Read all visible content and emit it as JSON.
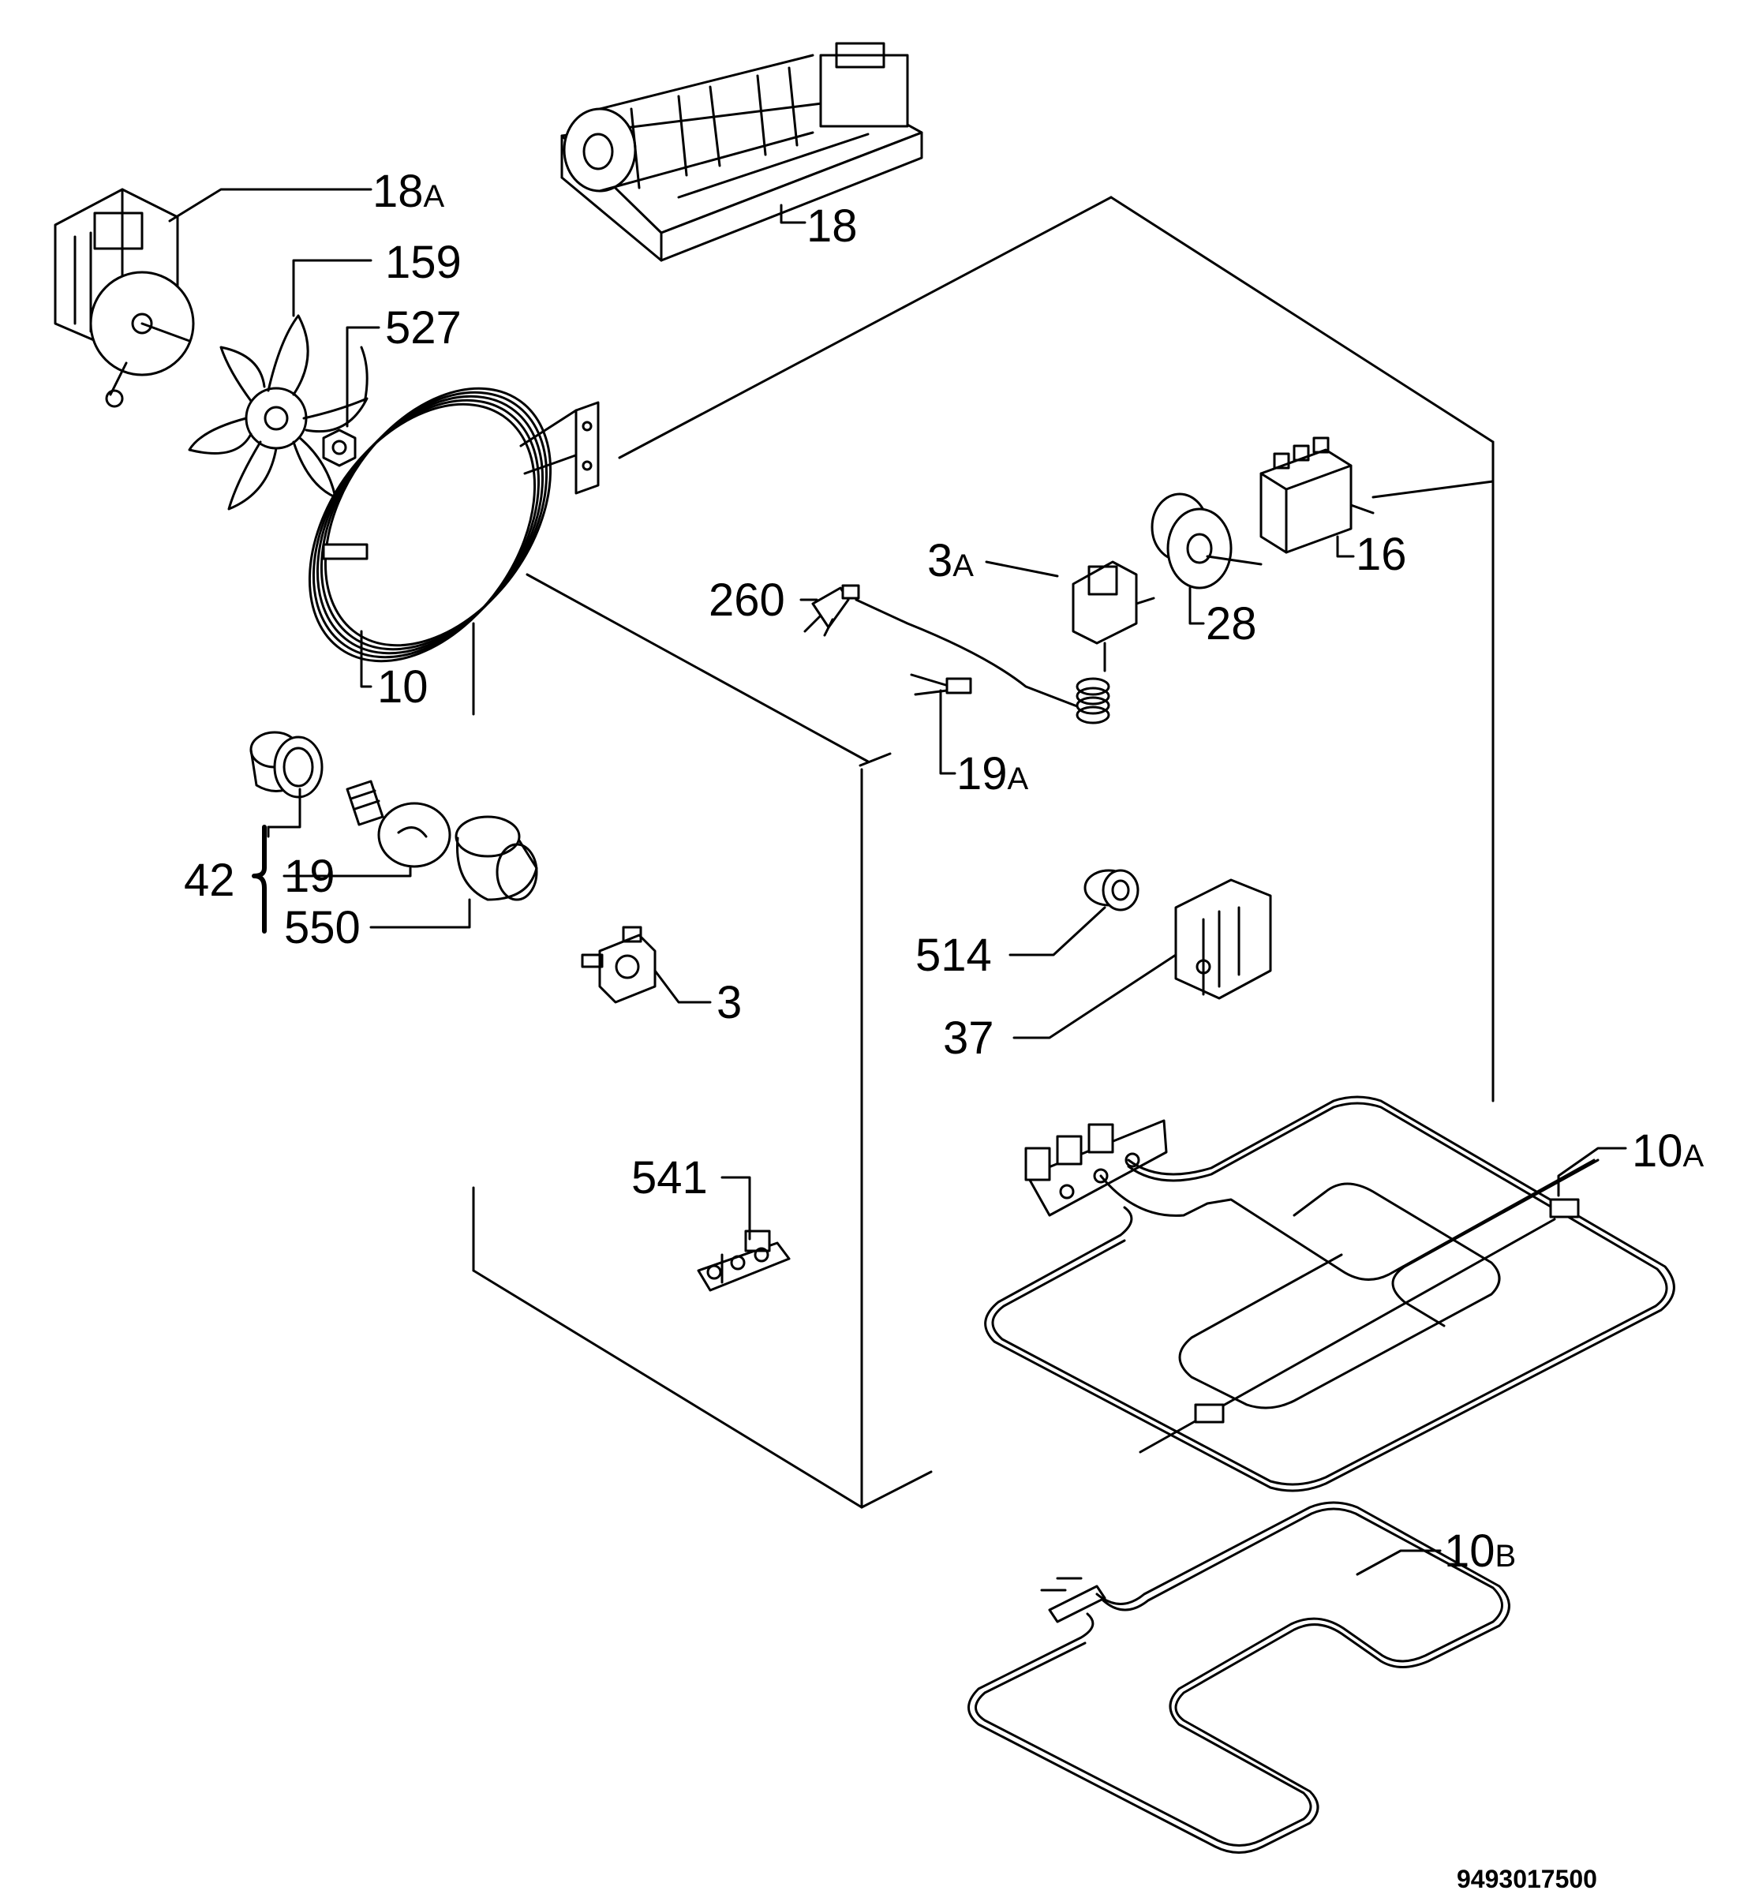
{
  "diagram": {
    "reference_number": "9493017500",
    "labels": {
      "p18a": {
        "num": "18",
        "suffix": "A"
      },
      "p159": {
        "num": "159",
        "suffix": ""
      },
      "p527": {
        "num": "527",
        "suffix": ""
      },
      "p18": {
        "num": "18",
        "suffix": ""
      },
      "p10": {
        "num": "10",
        "suffix": ""
      },
      "p3a": {
        "num": "3",
        "suffix": "A"
      },
      "p260": {
        "num": "260",
        "suffix": ""
      },
      "p28": {
        "num": "28",
        "suffix": ""
      },
      "p16": {
        "num": "16",
        "suffix": ""
      },
      "p19a": {
        "num": "19",
        "suffix": "A"
      },
      "p42": {
        "num": "42",
        "suffix": ""
      },
      "p19": {
        "num": "19",
        "suffix": ""
      },
      "p550": {
        "num": "550",
        "suffix": ""
      },
      "p3": {
        "num": "3",
        "suffix": ""
      },
      "p514": {
        "num": "514",
        "suffix": ""
      },
      "p37": {
        "num": "37",
        "suffix": ""
      },
      "p541": {
        "num": "541",
        "suffix": ""
      },
      "p10a": {
        "num": "10",
        "suffix": "A"
      },
      "p10b": {
        "num": "10",
        "suffix": "B"
      }
    }
  }
}
